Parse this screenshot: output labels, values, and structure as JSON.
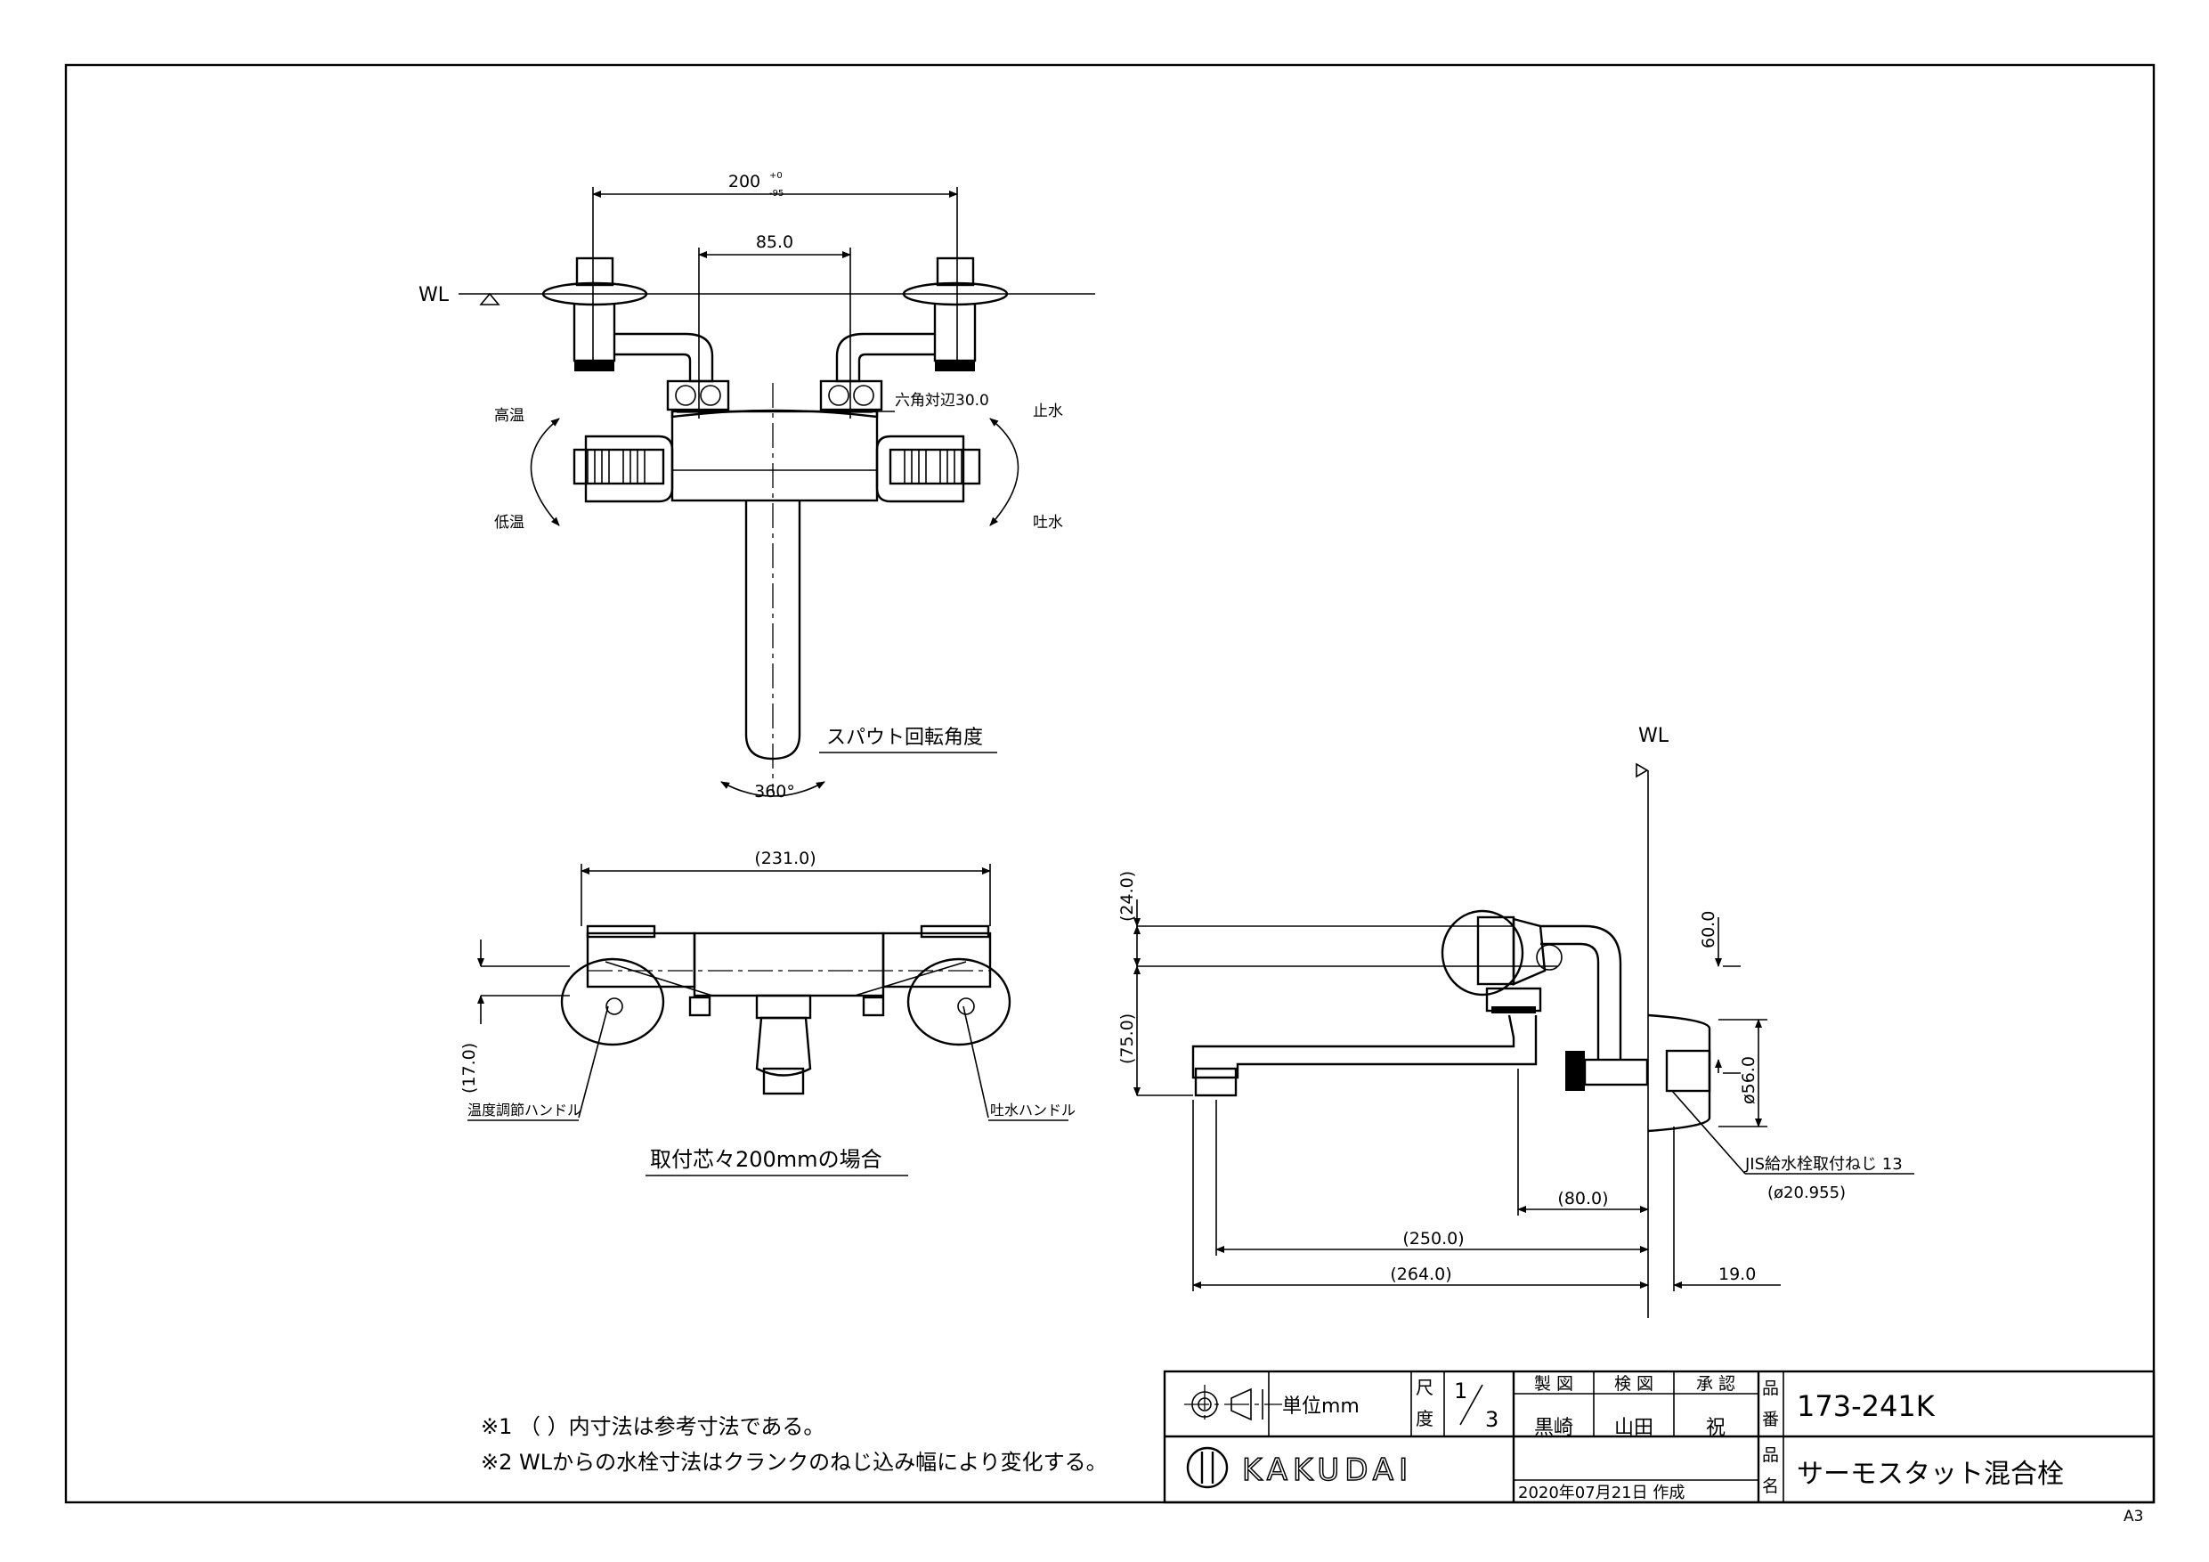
{
  "front_view": {
    "dim_pitch": "200",
    "dim_pitch_tol_upper": "+0",
    "dim_pitch_tol_lower": "-95",
    "dim_inner": "85.0",
    "wl": "WL",
    "hex_note": "六角対辺30.0",
    "temp_high": "高温",
    "temp_low": "低温",
    "water_stop": "止水",
    "water_out": "吐水",
    "spout_rotation_label": "スパウト回転角度",
    "spout_rotation_angle": "360°"
  },
  "bottom_view": {
    "dim_width": "(231.0)",
    "dim_height": "(17.0)",
    "temp_handle": "温度調節ハンドル",
    "spout_handle": "吐水ハンドル",
    "caption": "取付芯々200mmの場合"
  },
  "side_view": {
    "wl": "WL",
    "dim_top": "(24.0)",
    "dim_mid": "(75.0)",
    "dim_60": "60.0",
    "dim_dia56": "ø56.0",
    "jis_note": "JIS給水栓取付ねじ 13",
    "jis_dia": "(ø20.955)",
    "dim_80": "(80.0)",
    "dim_250": "(250.0)",
    "dim_264": "(264.0)",
    "dim_19": "19.0"
  },
  "notes": [
    "※1 （ ）内寸法は参考寸法である。",
    "※2 WLからの水栓寸法はクランクのねじ込み幅により変化する。"
  ],
  "title_block": {
    "unit": "単位mm",
    "scale_label_1": "尺",
    "scale_label_2": "度",
    "scale_num": "1",
    "scale_den": "3",
    "drawn_label": "製 図",
    "checked_label": "検 図",
    "approved_label": "承 認",
    "drawn_by": "黒崎",
    "checked_by": "山田",
    "approved_by": "祝",
    "part_no_label_1": "品",
    "part_no_label_2": "番",
    "part_no": "173-241K",
    "part_name_label_1": "品",
    "part_name_label_2": "名",
    "part_name": "サーモスタット混合栓",
    "company": "KAKUDAI",
    "date": "2020年07月21日 作成"
  },
  "sheet_size": "A3"
}
